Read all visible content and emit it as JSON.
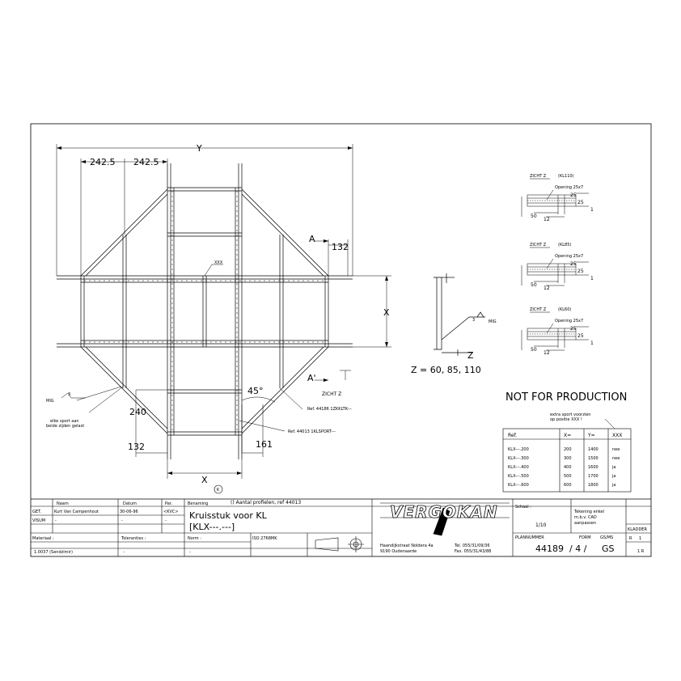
{
  "dimensions": {
    "y_total": "Y",
    "arm_left": "242.5",
    "arm_right": "242.5",
    "x_width": "X",
    "x_bottom": "X",
    "d132_top": "132",
    "d132_bottom": "132",
    "d240": "240",
    "d161": "161",
    "angle": "45°"
  },
  "labels": {
    "section_a": "A",
    "section_a_prime": "A'",
    "zicht_z": "ZICHT Z",
    "xxx": "XXX",
    "mig_left": "MIG",
    "mig_right": "MIG",
    "weld_note_line1": "elke sport aan",
    "weld_note_line2": "beide zijden gelast",
    "ref_44186": "Ref. 44186  1ZKKLTK---",
    "ref_44013": "Ref. 44013  1KLSPORT---",
    "z_arrow": "Z",
    "z_values": "Z = 60, 85, 110",
    "not_for_production": "NOT FOR PRODUCTION",
    "extra_sport_line1": "extra sport voorzien",
    "extra_sport_line2": "op positie XXX !",
    "circle_k": "K",
    "weld_size_left": "3",
    "weld_size_right": "3"
  },
  "views": [
    {
      "title": "ZICHT Z",
      "variant": "(KL110)",
      "opening": "Opening 25x7",
      "d25a": "25",
      "d25b": "25",
      "d50": "50",
      "d12": "12",
      "d1": "1"
    },
    {
      "title": "ZICHT Z",
      "variant": "(KL85)",
      "opening": "Opening 25x7",
      "d25a": "25",
      "d25b": "25",
      "d50": "50",
      "d12": "12",
      "d1": "1"
    },
    {
      "title": "ZICHT Z",
      "variant": "(KL60)",
      "opening": "Opening 25x7",
      "d25a": "25",
      "d25b": "25",
      "d50": "50",
      "d12": "12",
      "d1": "1"
    }
  ],
  "ref_table": {
    "headers": [
      "Ref.",
      "X=",
      "Y=",
      "XXX"
    ],
    "rows": [
      [
        "KLX---.200",
        "200",
        "1400",
        "nee"
      ],
      [
        "KLX---.300",
        "300",
        "1500",
        "nee"
      ],
      [
        "KLX---.400",
        "400",
        "1600",
        "ja"
      ],
      [
        "KLX---.500",
        "500",
        "1700",
        "ja"
      ],
      [
        "KLX---.600",
        "600",
        "1800",
        "ja"
      ]
    ]
  },
  "title_block": {
    "col_naam": "Naam",
    "col_datum": "Datum",
    "col_par": "Par.",
    "col_benaming": "Benaming",
    "row_get": "GET.",
    "get_naam": "Kurt Van Campenhout",
    "get_datum": "30-06-96",
    "get_par": "<KVC>",
    "row_visum": "VISUM",
    "dash": "-",
    "materiaal_label": "Materiaal :",
    "materiaal_value": "1.0037  (Sendzimir)",
    "toleranties_label": "Toleranties :",
    "norm_label": "Norm :",
    "norm_value": "ISO 2768MK",
    "aantal_note": "() Aantal profielen, ref 44013",
    "title_line1": "Kruisstuk voor KL",
    "title_line2": "[KLX---.---]",
    "company": "VERGOKAN",
    "address_line1": "Haandijkstraat Noldera 4a",
    "address_line2": "9190 Oudenaarde",
    "tel": "Tel.  055/31/09/36",
    "fax": "Fax.  055/31/43/88",
    "schaal_label": "Schaal :",
    "schaal_value": "1/10",
    "tekening_line1": "Tekening enkel",
    "tekening_line2": "m.b.v. CAD",
    "tekening_line3": "aanpassen",
    "kladder": "KLADDER",
    "planummer_label": "PLANNUMMER",
    "form_label": "FORM",
    "gs_ms": "GS/MS",
    "plan_number": "44189",
    "plan_sep": "/ 4 /",
    "plan_gs": "GS",
    "sheet": "1",
    "sheet_prefix": "R",
    "sheet_total": "1 R"
  },
  "colors": {
    "ink": "#000000",
    "paper": "#ffffff"
  }
}
